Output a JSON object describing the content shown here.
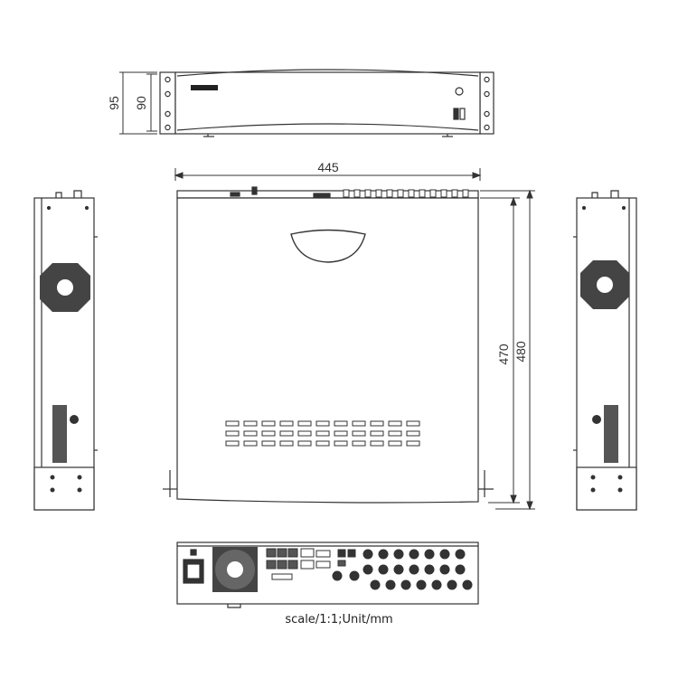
{
  "dimensions": {
    "front_outer_height": "95",
    "front_inner_height": "90",
    "width": "445",
    "depth_inner": "470",
    "depth_outer": "480"
  },
  "caption": "scale/1:1;Unit/mm"
}
